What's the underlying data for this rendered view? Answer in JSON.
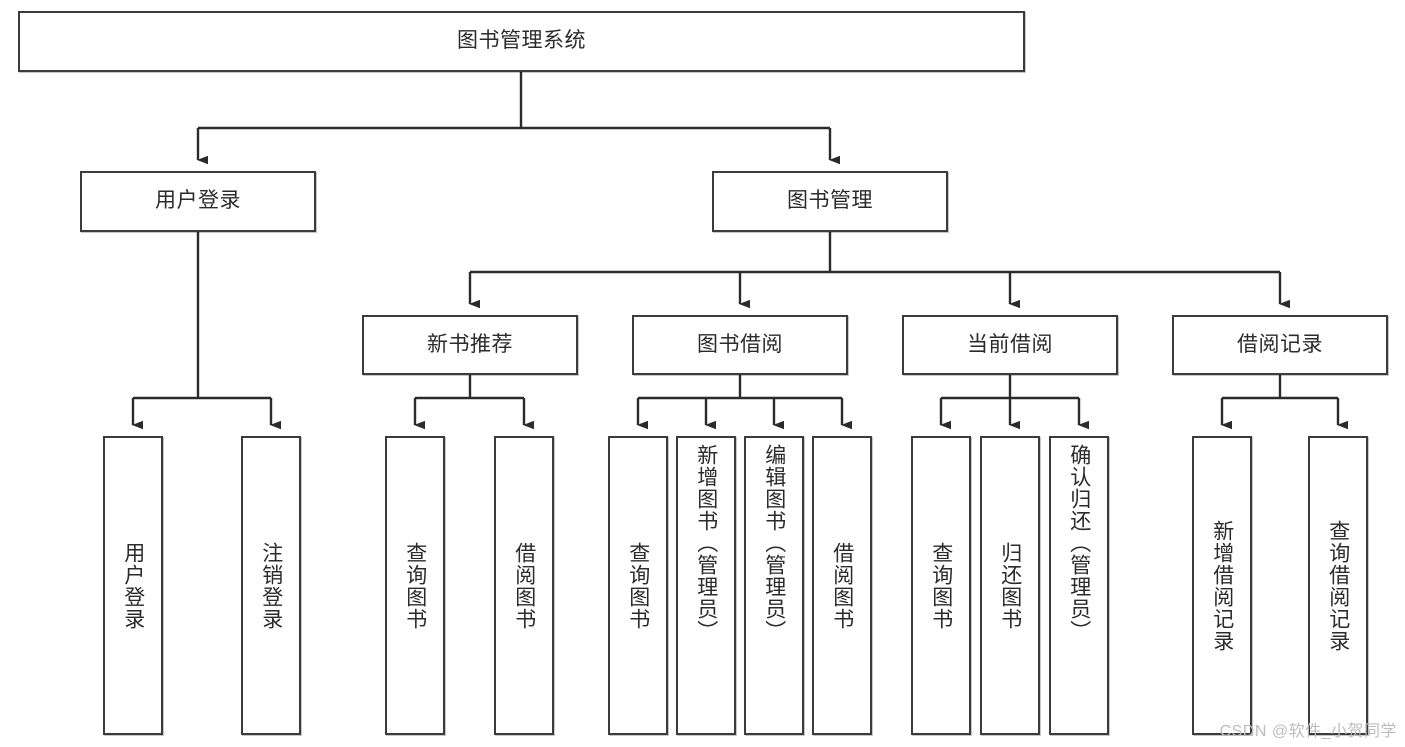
{
  "diagram": {
    "type": "tree-hierarchy-chart",
    "title_node": "图书管理系统",
    "watermark": "CSDN @软件_小贺同学",
    "colors": {
      "box_border": "#3b3b3b",
      "box_fill": "#ffffff",
      "text": "#2b2b2b",
      "connector": "#2b2b2b",
      "watermark": "#bdbdbd",
      "background": "#ffffff"
    },
    "levels": {
      "level1": [
        {
          "id": "root",
          "label": "图书管理系统"
        }
      ],
      "level2": [
        {
          "id": "user-login",
          "label": "用户登录",
          "parent": "root"
        },
        {
          "id": "book-manage",
          "label": "图书管理",
          "parent": "root"
        }
      ],
      "level3": [
        {
          "id": "new-book-rec",
          "label": "新书推荐",
          "parent": "book-manage"
        },
        {
          "id": "book-borrow",
          "label": "图书借阅",
          "parent": "book-manage"
        },
        {
          "id": "current-borrow",
          "label": "当前借阅",
          "parent": "book-manage"
        },
        {
          "id": "borrow-record",
          "label": "借阅记录",
          "parent": "book-manage"
        }
      ],
      "leaves": [
        {
          "id": "leaf-user-login",
          "label": "用户登录",
          "parent": "user-login"
        },
        {
          "id": "leaf-user-logout",
          "label": "注销登录",
          "parent": "user-login"
        },
        {
          "id": "leaf-query-book-1",
          "label": "查询图书",
          "parent": "new-book-rec"
        },
        {
          "id": "leaf-borrow-book-1",
          "label": "借阅图书",
          "parent": "new-book-rec"
        },
        {
          "id": "leaf-query-book-2",
          "label": "查询图书",
          "parent": "book-borrow"
        },
        {
          "id": "leaf-add-book",
          "label": "新增图书（管理员）",
          "parent": "book-borrow"
        },
        {
          "id": "leaf-edit-book",
          "label": "编辑图书（管理员）",
          "parent": "book-borrow"
        },
        {
          "id": "leaf-borrow-book-2",
          "label": "借阅图书",
          "parent": "book-borrow"
        },
        {
          "id": "leaf-query-book-3",
          "label": "查询图书",
          "parent": "current-borrow"
        },
        {
          "id": "leaf-return-book",
          "label": "归还图书",
          "parent": "current-borrow"
        },
        {
          "id": "leaf-confirm-return",
          "label": "确认归还（管理员）",
          "parent": "current-borrow"
        },
        {
          "id": "leaf-add-record",
          "label": "新增借阅记录",
          "parent": "borrow-record"
        },
        {
          "id": "leaf-query-record",
          "label": "查询借阅记录",
          "parent": "borrow-record"
        }
      ]
    }
  }
}
